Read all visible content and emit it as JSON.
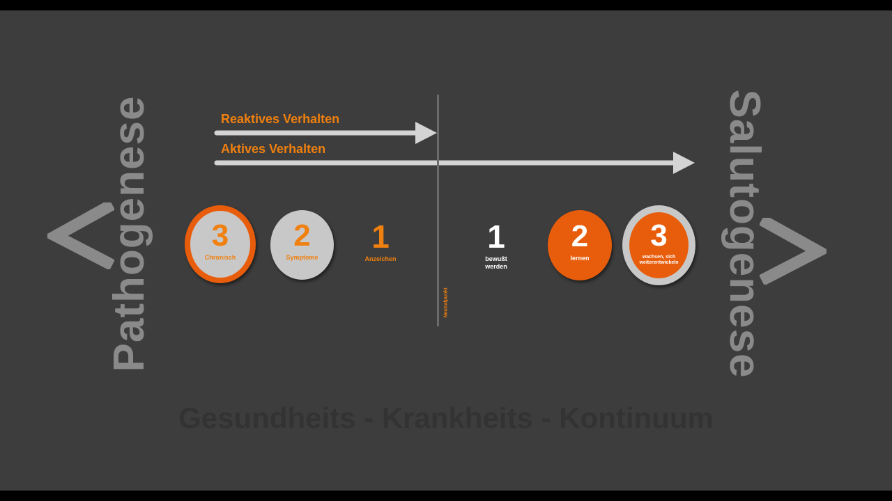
{
  "left_title": "Pathogenese",
  "right_title": "Salutogenese",
  "arrows": {
    "reactive_label": "Reaktives Verhalten",
    "active_label": "Aktives Verhalten"
  },
  "neutral_label": "Neutralpunkt",
  "left_steps": [
    {
      "number": "3",
      "caption": "Chronisch"
    },
    {
      "number": "2",
      "caption": "Symptome"
    },
    {
      "number": "1",
      "caption": "Anzeichen"
    }
  ],
  "right_steps": [
    {
      "number": "1",
      "caption_line1": "bewußt",
      "caption_line2": "werden"
    },
    {
      "number": "2",
      "caption": "lernen"
    },
    {
      "number": "3",
      "caption_line1": "wachsen, sich",
      "caption_line2": "weiterentwickeln"
    }
  ],
  "footer_title": "Gesundheits - Krankheits - Kontinuum",
  "colors": {
    "background": "#3d3d3d",
    "accent_orange": "#f0800f",
    "circle_orange": "#e85d0c",
    "circle_grey": "#c8c8c8",
    "side_text": "#8a8a8a",
    "footer_text": "#333333"
  }
}
